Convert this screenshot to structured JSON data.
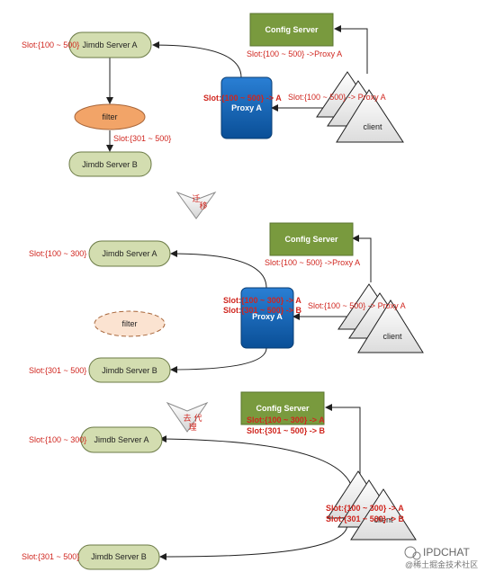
{
  "colors": {
    "server_fill": "#d3ddb0",
    "config_fill": "#799a3e",
    "proxy_fill": "#0c5dad",
    "filter_fill": "#f2a468",
    "red_text": "#d0261f"
  },
  "s1": {
    "server_a": "Jimdb Server A",
    "server_b": "Jimdb Server B",
    "config": "Config Server",
    "proxy": "Proxy A",
    "filter": "filter",
    "client": "client",
    "slot_a": "Slot:{100 ~ 500}",
    "slot_filter": "Slot:{301 ~ 500}",
    "slot_config": "Slot:{100 ~ 500} ->Proxy A",
    "slot_proxy": "Slot:{100 ~ 500} -> A",
    "slot_client": "Slot:{100 ~ 500} -> Proxy A"
  },
  "arrow1": {
    "l1": "迁",
    "l2": "移"
  },
  "s2": {
    "server_a": "Jimdb Server A",
    "server_b": "Jimdb Server B",
    "config": "Config Server",
    "proxy": "Proxy A",
    "filter": "filter",
    "client": "client",
    "slot_a": "Slot:{100 ~ 300}",
    "slot_b": "Slot:{301 ~ 500}",
    "slot_config": "Slot:{100 ~ 500} ->Proxy A",
    "slot_proxy1": "Slot:{100 ~ 300} -> A",
    "slot_proxy2": "Slot:{301 ~ 500} -> B",
    "slot_client": "Slot:{100 ~ 500} -> Proxy A"
  },
  "arrow2": {
    "l1": "去",
    "l2": "代",
    "l3": "理"
  },
  "s3": {
    "server_a": "Jimdb Server A",
    "server_b": "Jimdb Server B",
    "config": "Config Server",
    "client": "client",
    "slot_a": "Slot:{100 ~ 300}",
    "slot_b": "Slot:{301 ~ 500}",
    "slot_config1": "Slot:{100 ~ 300} -> A",
    "slot_config2": "Slot:{301 ~ 500} -> B",
    "slot_client1": "Slot:{100 ~ 300} -> A",
    "slot_client2": "Slot:{301 ~ 500} -> B"
  },
  "watermark": {
    "name": "IPDCHAT",
    "sub": "@稀土掘金技术社区"
  }
}
